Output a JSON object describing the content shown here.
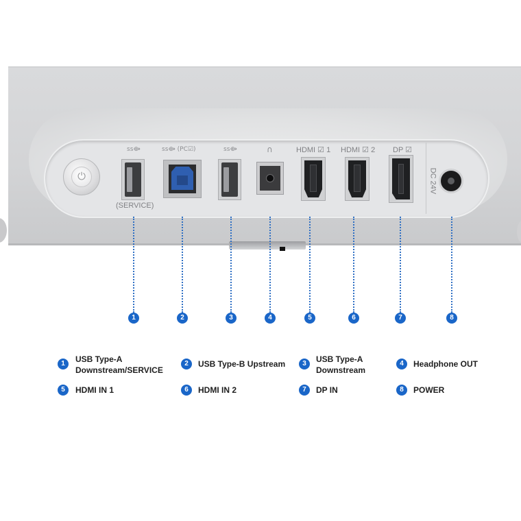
{
  "ports": [
    {
      "number": "1",
      "icon": "ss⟴",
      "sublabel": "(SERVICE)"
    },
    {
      "number": "2",
      "icon": "ss⟴ (PC☑)"
    },
    {
      "number": "3",
      "icon": "ss⟴"
    },
    {
      "number": "4",
      "icon": "∩"
    },
    {
      "number": "5",
      "icon": "HDMI ☑ 1"
    },
    {
      "number": "6",
      "icon": "HDMI ☑ 2"
    },
    {
      "number": "7",
      "icon": "DP ☑"
    },
    {
      "number": "8",
      "icon": "DC 24V"
    }
  ],
  "legend": [
    {
      "number": "1",
      "line1": "USB Type-A",
      "line2": "Downstream/SERVICE"
    },
    {
      "number": "2",
      "line1": "USB Type-B Upstream"
    },
    {
      "number": "3",
      "line1": "USB Type-A",
      "line2": "Downstream"
    },
    {
      "number": "4",
      "line1": "Headphone OUT"
    },
    {
      "number": "5",
      "line1": "HDMI IN 1"
    },
    {
      "number": "6",
      "line1": "HDMI IN 2"
    },
    {
      "number": "7",
      "line1": "DP IN"
    },
    {
      "number": "8",
      "line1": "POWER"
    }
  ],
  "colors": {
    "badge": "#1a66c8",
    "leader": "#2e6fc4",
    "usb_b": "#2f5fb0"
  }
}
